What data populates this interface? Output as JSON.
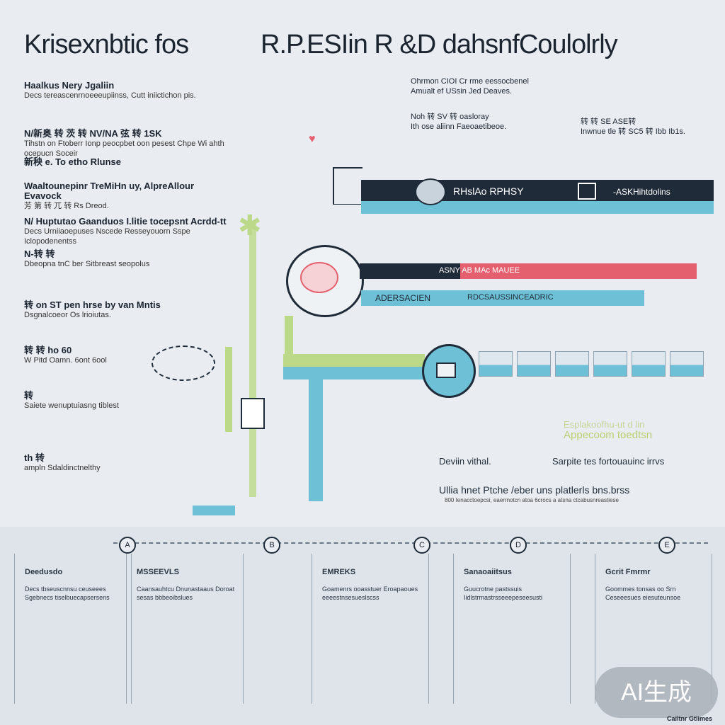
{
  "header": {
    "title_left": "Krisexnbtic fos",
    "title_right": "R.P.ESIin R &D dahsnfCoulolrly"
  },
  "left_column": [
    {
      "head": "Haalkus Nery Jgaliin",
      "sub": "Decs tereascenrnoeeeupiinss, Cutt iniictichon pis."
    },
    {
      "head": "N/新奥 转 茨 转 NV/NA 弦 转 1SK",
      "sub": "Tihstn on Ftoberr Ionp  peocpbet oon pesest Chpe Wi ahth ocepucn Soceir"
    },
    {
      "head": "新秧 e. To etho Rlunse",
      "sub": ""
    },
    {
      "head": "Waaltounepinr TreMiHn uy, AlpreAllour Evavock",
      "sub": "芳 第 转 兀 转 Rs Dreod."
    },
    {
      "head": "N/ Huptutao  Gaanduos  I.litie tocepsnt  Acrdd-tt",
      "sub": "Decs Urniiaoepuses Nscede Resseyouorn Sspe Iclopodenentss"
    },
    {
      "head": "N-转 转",
      "sub": "Dbeopna tnC ber Sitbreast seopolus"
    },
    {
      "head": "转 on ST pen hrse by van Mntis",
      "sub": "Dsgnalcoeor Os lrioiutas."
    },
    {
      "head": "转 转 ho 60",
      "sub": "W Pitd Oamn. 6ont 6ool"
    },
    {
      "head": "转",
      "sub": "Saiete wenuptuiasng tiblest"
    },
    {
      "head": "th 转",
      "sub": "ampln Sdaldinctnelthy"
    }
  ],
  "top_right": {
    "note1_title": "Ohrmon CIOI Cr rme eessocbenel",
    "note1_body": "Amualt ef USsin Jed Deaves.",
    "note2_title": "Noh 转 SV 转 oasloray",
    "note2_body": "Ith ose aliinn  Faeoaetibeoe.",
    "note3_title": "转 转 SE ASE转",
    "note3_body": "Inwnue tle 转 SC5 转 Ibb Ib1s."
  },
  "timeline_bars": [
    {
      "label": "RHslAo RPHSY",
      "tail": "-ASKHihtdolins"
    },
    {
      "label": "ASNY  AB  MAc  MAUEE",
      "tail": ""
    },
    {
      "label": "ADERSACIEN",
      "tail": "RDCSAUSSINCEADRIC"
    }
  ],
  "right_panel": {
    "caption_a": "Esplakoofhu-ut  d lin",
    "caption_b": "Appecoom toedtsn",
    "label_left": "Deviin vithal.",
    "label_right": "Sarpite tes fortouauinc irrvs",
    "heading": "Ullia hnet Ptche /eber uns platlerls bns.brss",
    "fineprint": "800 Ienacctoepcsi, eaerrnotcn atoa 6crocs a atsna ctcabusnreastiese"
  },
  "steps": [
    {
      "node": "A",
      "title": "Deedusdo",
      "body": "Decs tbseuscnnsu ceuseees Sgebnecs tiselbuecapsersens"
    },
    {
      "node": "B",
      "title": "MSSEEVLS",
      "body": "Caansauhtcu Dnunastaaus Doroat sesas bbbeoibslues"
    },
    {
      "node": "C",
      "title": "EMREKS",
      "body": "Goamenrs ooasstuer Eroapaoues eeeestnsesueslscss"
    },
    {
      "node": "D",
      "title": "Sanaoaiitsus",
      "body": "Guucrotne pastssuis Iidlstrmastrsseeepeseesusti"
    },
    {
      "node": "E",
      "title": "Gcrit Fmrmr",
      "body": "Goommes tonsas oo Srn Ceseeesues eiesuteunsoe"
    }
  ],
  "footer": {
    "badge": "AI生成",
    "corner": "Cailtnr Gtlimes"
  }
}
